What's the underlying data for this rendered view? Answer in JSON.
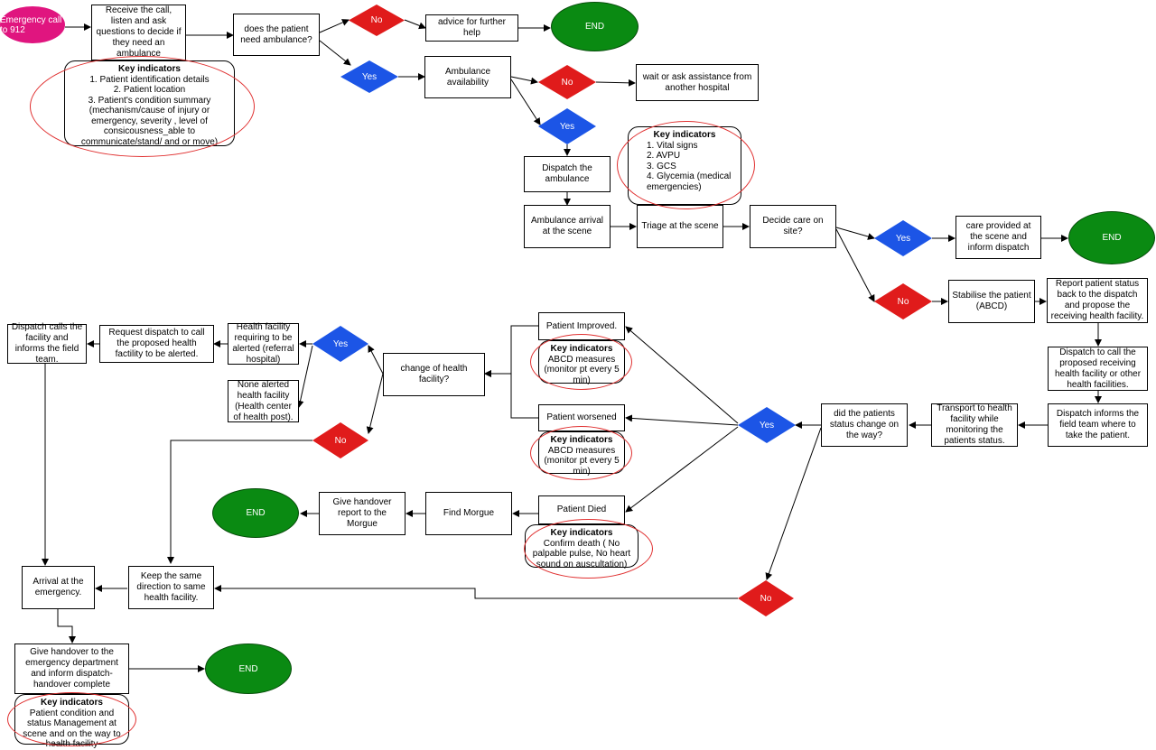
{
  "start": "Emergency call to 912",
  "nodes": {
    "receive_call": "Receive the call, listen and ask questions to decide if they need an ambulance",
    "need_ambulance": "does the patient need ambulance?",
    "advice": "advice for further help",
    "ambulance_availability": "Ambulance availability",
    "wait_assistance": "wait or ask assistance from another hospital",
    "dispatch_ambulance": "Dispatch the ambulance",
    "ambulance_arrival": "Ambulance arrival at the scene",
    "triage": "Triage at the scene",
    "decide_care": "Decide care on site?",
    "care_provided": "care provided at the scene and inform dispatch",
    "stabilise": "Stabilise the patient (ABCD)",
    "report_status": "Report patient status back to the dispatch and propose the receiving health facility.",
    "dispatch_call_facility": "Dispatch to call the proposed receiving health facility or other health facilities.",
    "dispatch_informs_team": "Dispatch informs the field team where to take the patient.",
    "transport": "Transport to health facility while monitoring the patients status.",
    "status_change": "did the patients status change on the way?",
    "patient_improved": "Patient Improved.",
    "patient_worsened": "Patient worsened",
    "patient_died": "Patient Died",
    "change_facility": "change of health facility?",
    "facility_requiring": "Health facility requiring to be alerted (referral hospital)",
    "none_alerted": "None alerted health facility (Health center of health post).",
    "request_dispatch": "Request dispatch to call the proposed health factility to be alerted.",
    "dispatch_calls": "Dispatch calls the facility and informs the field team.",
    "find_morgue": "Find Morgue",
    "handover_morgue": "Give handover report to the Morgue",
    "keep_direction": "Keep the same direction to same health facility.",
    "arrival_emergency": "Arrival at the emergency.",
    "handover_ed": "Give handover to the emergency department and inform dispatch-handover complete"
  },
  "decisions": {
    "no": "No",
    "yes": "Yes"
  },
  "end_label": "END",
  "key_indicators": {
    "title": "Key indicators",
    "call": "1. Patient identification details\n2. Patient location\n3. Patient's condition summary (mechanism/cause of injury or emergency, severity , level of consicousness_able to communicate/stand/ and or move)",
    "triage": "1.  Vital signs\n2.  AVPU\n3.  GCS\n4.  Glycemia (medical emergencies)",
    "improved": "ABCD measures (monitor pt every 5 min)",
    "worsened": "ABCD measures (monitor pt every 5 min)",
    "died": "Confirm death ( No palpable pulse, No heart sound on auscultation)",
    "handover": "Patient condition and status Management at scene and on the way to health facility"
  },
  "colors": {
    "start": "#e0157f",
    "no": "#e01b1b",
    "yes": "#1c55e6",
    "end": "#0a8a12",
    "highlight_oval": "#e03030"
  }
}
